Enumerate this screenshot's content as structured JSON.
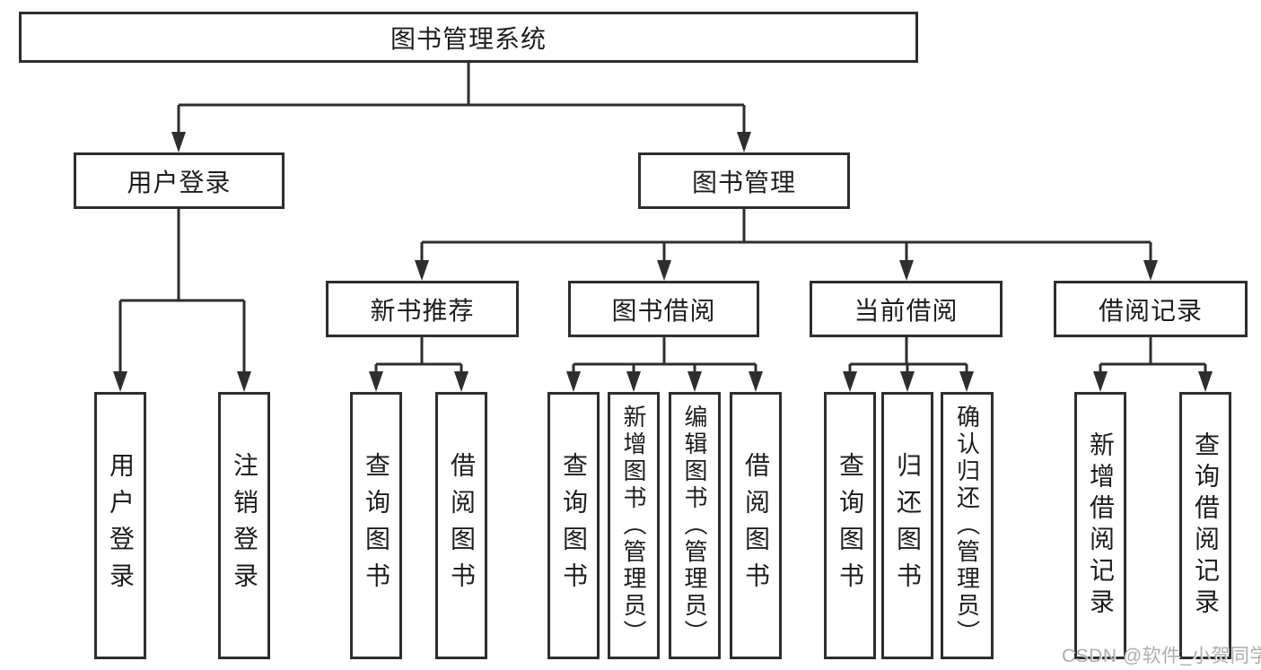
{
  "diagram_title": "图书管理系统",
  "nodes": {
    "root": {
      "label": "图书管理系统"
    },
    "user_login": {
      "label": "用户登录"
    },
    "book_mgmt": {
      "label": "图书管理"
    },
    "login": {
      "label": "用户登录"
    },
    "logout": {
      "label": "注销登录"
    },
    "new_book": {
      "label": "新书推荐"
    },
    "book_borrow": {
      "label": "图书借阅"
    },
    "current_borrow": {
      "label": "当前借阅"
    },
    "borrow_record": {
      "label": "借阅记录"
    },
    "new_book_query": {
      "label": "查询图书"
    },
    "new_book_borrow": {
      "label": "借阅图书"
    },
    "borrow_query": {
      "label": "查询图书"
    },
    "borrow_add": {
      "label": "新增图书（管理员）"
    },
    "borrow_edit": {
      "label": "编辑图书（管理员）"
    },
    "borrow_borrow": {
      "label": "借阅图书"
    },
    "current_query": {
      "label": "查询图书"
    },
    "current_return": {
      "label": "归还图书"
    },
    "current_confirm": {
      "label": "确认归还（管理员）"
    },
    "record_add": {
      "label": "新增借阅记录"
    },
    "record_query": {
      "label": "查询借阅记录"
    }
  },
  "hierarchy": {
    "图书管理系统": {
      "用户登录": [
        "用户登录",
        "注销登录"
      ],
      "图书管理": {
        "新书推荐": [
          "查询图书",
          "借阅图书"
        ],
        "图书借阅": [
          "查询图书",
          "新增图书（管理员）",
          "编辑图书（管理员）",
          "借阅图书"
        ],
        "当前借阅": [
          "查询图书",
          "归还图书",
          "确认归还（管理员）"
        ],
        "借阅记录": [
          "新增借阅记录",
          "查询借阅记录"
        ]
      }
    }
  },
  "colors": {
    "line": "#2e2e2e",
    "text": "#1d1d1d",
    "background": "#ffffff",
    "watermark": "#aeaeae"
  },
  "watermark": {
    "text": "CSDN @软件_小贺同学"
  }
}
